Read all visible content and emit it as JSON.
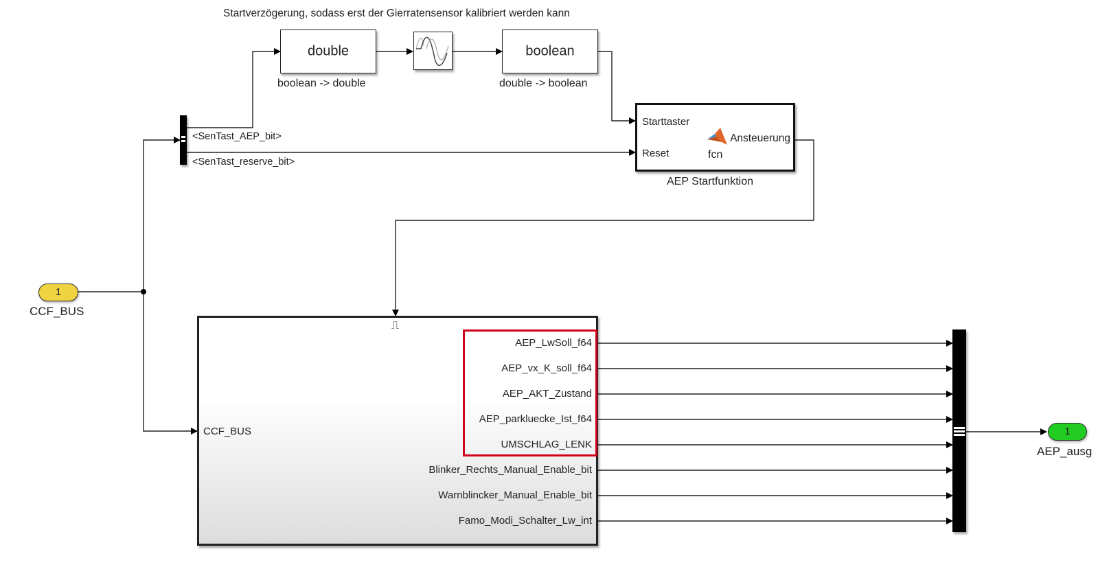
{
  "annotation": "Startverzögerung, sodass erst der Gierratensensor kalibriert werden kann",
  "blocks": {
    "convert1": {
      "text": "double",
      "caption": "boolean -> double"
    },
    "delay": {
      "icon": "transport-delay-icon"
    },
    "convert2": {
      "text": "boolean",
      "caption": "double -> boolean"
    },
    "fcn": {
      "caption": "AEP Startfunktion",
      "inputs": [
        "Starttaster",
        "Reset"
      ],
      "output": "Ansteuerung",
      "name": "fcn"
    },
    "bus_selector": {
      "signals": [
        "<SenTast_AEP_bit>",
        "<SenTast_reserve_bit>"
      ]
    },
    "inport": {
      "number": "1",
      "name": "CCF_BUS",
      "color": "#f0d340"
    },
    "outport": {
      "number": "1",
      "name": "AEP_ausg",
      "color": "#22cc22"
    },
    "subsystem": {
      "input": "CCF_BUS",
      "trigger_icon": "⎍",
      "outputs": [
        "AEP_LwSoll_f64",
        "AEP_vx_K_soll_f64",
        "AEP_AKT_Zustand",
        "AEP_parkluecke_Ist_f64",
        "UMSCHLAG_LENK",
        "Blinker_Rechts_Manual_Enable_bit",
        "Warnblincker_Manual_Enable_bit",
        "Famo_Modi_Schalter_Lw_int"
      ],
      "highlight_color": "#d0021b",
      "highlighted_count": 5
    }
  }
}
